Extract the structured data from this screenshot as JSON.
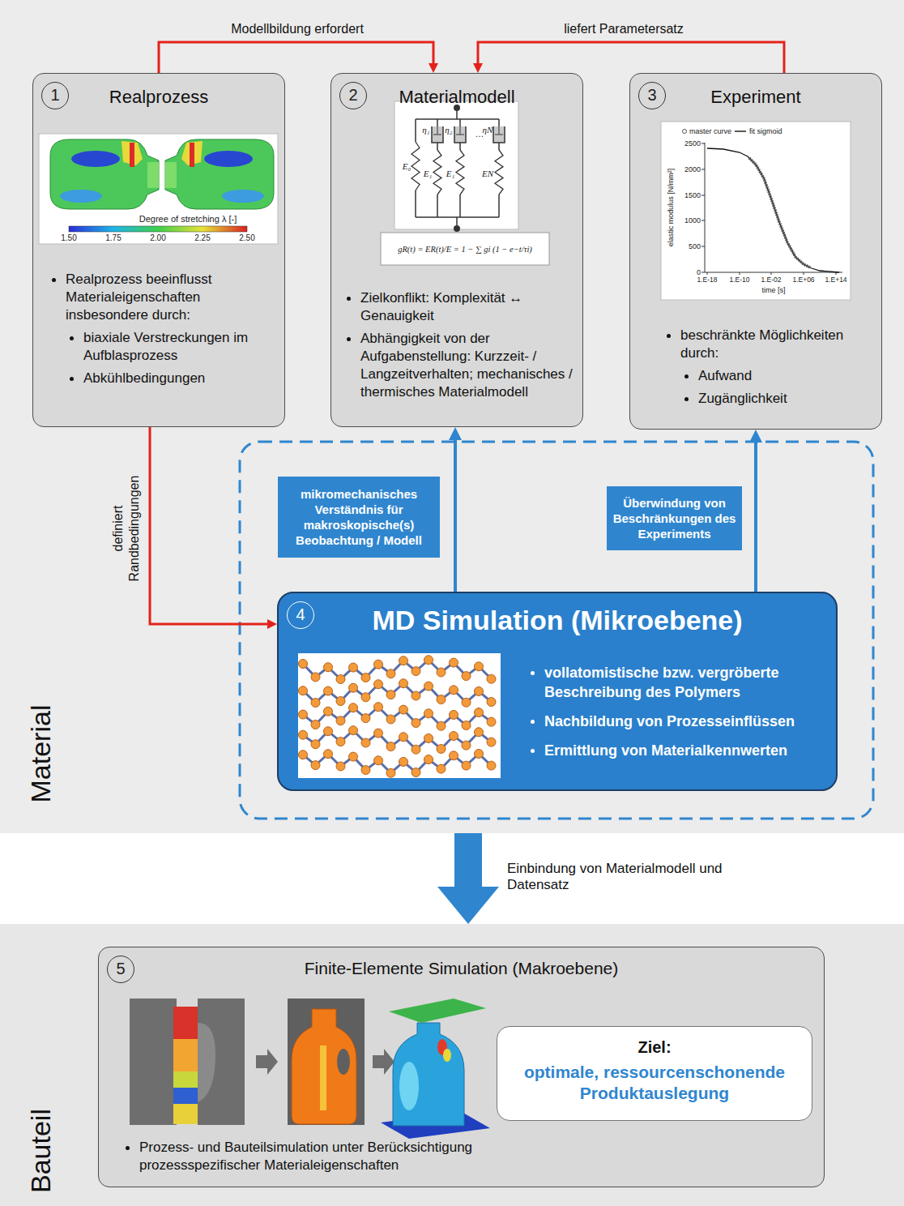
{
  "diagram": {
    "nodes": [
      {
        "text": [
          "Material"
        ]
      },
      {
        "text": [
          "1",
          "Realprozess",
          "Realprozess beeinflusst Materialeigenschaften insbesondere durch:",
          "biaxiale Verstreckungen im Aufblasprozess",
          "Abkühlbedingungen"
        ],
        "in": 0
      },
      {
        "text": [
          "2",
          "Materialmodell",
          "Zielkonflikt: Komplexität ↔ Genauigkeit",
          "Abhängigkeit von der Aufgabenstellung: Kurzzeit- / Langzeitverhalten; mechanisches / thermisches Materialmodell"
        ],
        "in": 0
      },
      {
        "text": [
          "3",
          "Experiment",
          "beschränkte Möglichkeiten durch:",
          "Aufwand",
          "Zugänglichkeit"
        ],
        "in": 0
      },
      {
        "text": [
          "mikromechanisches Verständnis für makroskopische(s) Beobachtung / Modell"
        ],
        "in": 0
      },
      {
        "text": [
          "Überwindung von Beschränkungen des Experiments"
        ],
        "in": 0
      },
      {
        "text": [
          "4",
          "MD Simulation (Mikroebene)",
          "vollatomistische bzw. vergröberte Beschreibung des Polymers",
          "Nachbildung von Prozesseinflüssen",
          "Ermittlung von Materialkennwerten"
        ],
        "in": 0
      },
      {
        "text": [
          "Bauteil"
        ]
      },
      {
        "text": [
          "5",
          "Finite-Elemente Simulation (Makroebene)",
          "Prozess- und Bauteilsimulation unter Berücksichtigung prozessspezifischer Materialeigenschaften"
        ],
        "in": 7
      },
      {
        "text": [
          "Ziel:",
          "optimale, ressourcenschonende Produktauslegung"
        ],
        "in": 8
      }
    ],
    "edges": [
      {
        "from": 1,
        "to": 2,
        "arrow": "to",
        "label": "Modellbildung erfordert"
      },
      {
        "from": 3,
        "to": 2,
        "arrow": "to",
        "label": "liefert Parametersatz"
      },
      {
        "from": 1,
        "to": 6,
        "arrow": "to",
        "label": "definiert Randbedingungen"
      },
      {
        "from": 6,
        "to": 2,
        "arrow": "to"
      },
      {
        "from": 6,
        "to": 3,
        "arrow": "to"
      },
      {
        "from": 0,
        "to": 7,
        "arrow": "to",
        "label": "Einbindung von Materialmodell und Datensatz"
      }
    ],
    "labels": [
      "Degree of stretching λ [-]",
      "1.50",
      "1.75",
      "2.00",
      "2.25",
      "2.50",
      "E₀",
      "η₁",
      "η₂",
      "…",
      "ηN",
      "E₁",
      "E₁",
      "EN",
      "gR(t) = ER(t)/E = 1 − ∑ gi (1 − e−t/τi)",
      "2500",
      "2000",
      "1500",
      "1000",
      "500",
      "0",
      "1.E-18",
      "1.E-10",
      "1.E-02",
      "1.E+06",
      "1.E+14",
      "time [s]",
      "elastic modulus [N/mm²]"
    ],
    "legend": [
      {
        "text": "master curve"
      },
      {
        "text": "fit sigmoid"
      }
    ]
  }
}
